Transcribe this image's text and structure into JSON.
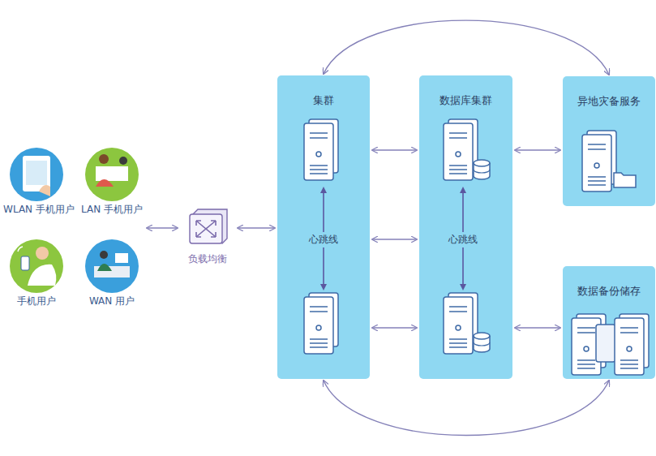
{
  "diagram": {
    "nodes": [
      {
        "text": [
          "WLAN 手机用户"
        ]
      },
      {
        "text": [
          "LAN 手机用户"
        ]
      },
      {
        "text": [
          "手机用户"
        ]
      },
      {
        "text": [
          "WAN 用户"
        ]
      },
      {
        "text": [
          "负载均衡"
        ]
      },
      {
        "text": [
          "集群"
        ]
      },
      {
        "text": [
          "数据库集群"
        ]
      },
      {
        "text": [
          "异地灾备服务"
        ]
      },
      {
        "text": [
          "数据备份储存"
        ]
      }
    ],
    "edges": [
      {
        "from": 1,
        "to": 4,
        "arrow": "both"
      },
      {
        "from": 4,
        "to": 5,
        "arrow": "both"
      },
      {
        "from": 5,
        "to": 6,
        "arrow": "both"
      },
      {
        "from": 5,
        "to": 6,
        "arrow": "both"
      },
      {
        "from": 5,
        "to": 6,
        "arrow": "both"
      },
      {
        "from": 6,
        "to": 7,
        "arrow": "both"
      },
      {
        "from": 6,
        "to": 8,
        "arrow": "both"
      },
      {
        "from": 5,
        "to": 7,
        "arrow": "both"
      },
      {
        "from": 5,
        "to": 8,
        "arrow": "both"
      }
    ],
    "labels": [
      "心跳线",
      "心跳线"
    ]
  }
}
